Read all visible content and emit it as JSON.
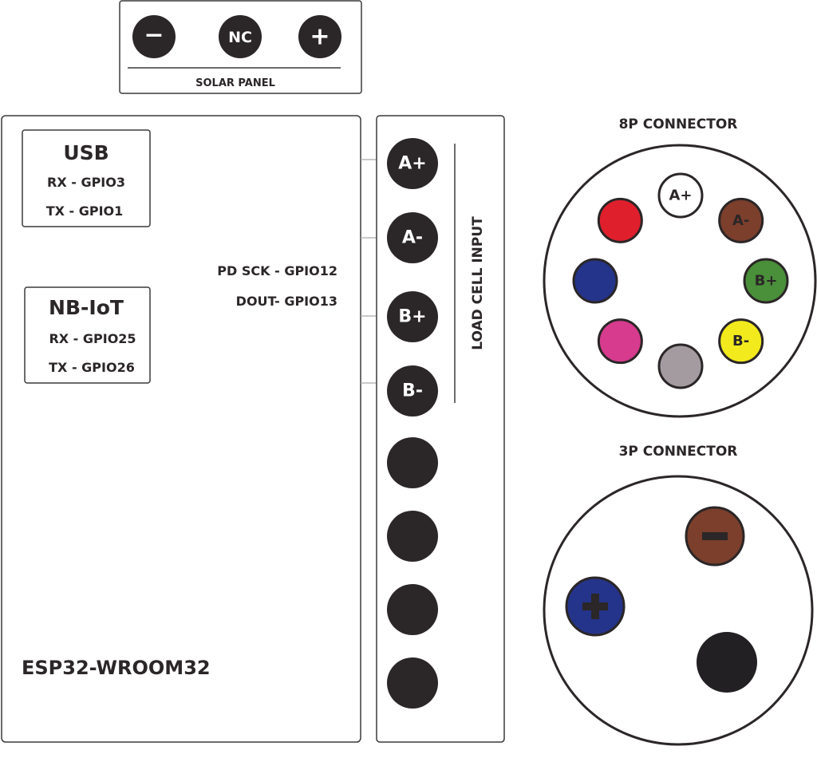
{
  "solar_panel": {
    "title": "SOLAR PANEL",
    "pins": [
      "−",
      "NC",
      "+"
    ]
  },
  "esp32": {
    "title": "ESP32-WROOM32",
    "usb": {
      "title": "USB",
      "rx": "RX - GPIO3",
      "tx": "TX - GPIO1"
    },
    "nbiot": {
      "title": "NB-IoT",
      "rx": "RX - GPIO25",
      "tx": "TX - GPIO26"
    },
    "pd_sck": "PD SCK - GPIO12",
    "dout": "DOUT- GPIO13"
  },
  "load_cell": {
    "title": "LOAD CELL INPUT",
    "pins": [
      "A+",
      "A-",
      "B+",
      "B-"
    ]
  },
  "connector_8p": {
    "title": "8P CONNECTOR",
    "pins": [
      {
        "label": "A+",
        "color": "#ffffff"
      },
      {
        "label": "A-",
        "color": "#7b3f2c"
      },
      {
        "label": "B+",
        "color": "#4a8f3a"
      },
      {
        "label": "B-",
        "color": "#f2ea1c"
      },
      {
        "label": "",
        "color": "#a39ba0"
      },
      {
        "label": "",
        "color": "#d63b8e"
      },
      {
        "label": "",
        "color": "#24348a"
      },
      {
        "label": "",
        "color": "#e01f2d"
      }
    ]
  },
  "connector_3p": {
    "title": "3P CONNECTOR",
    "colors": {
      "minus": "#7b3f2c",
      "plus": "#24348a",
      "ground": "#222022"
    }
  }
}
